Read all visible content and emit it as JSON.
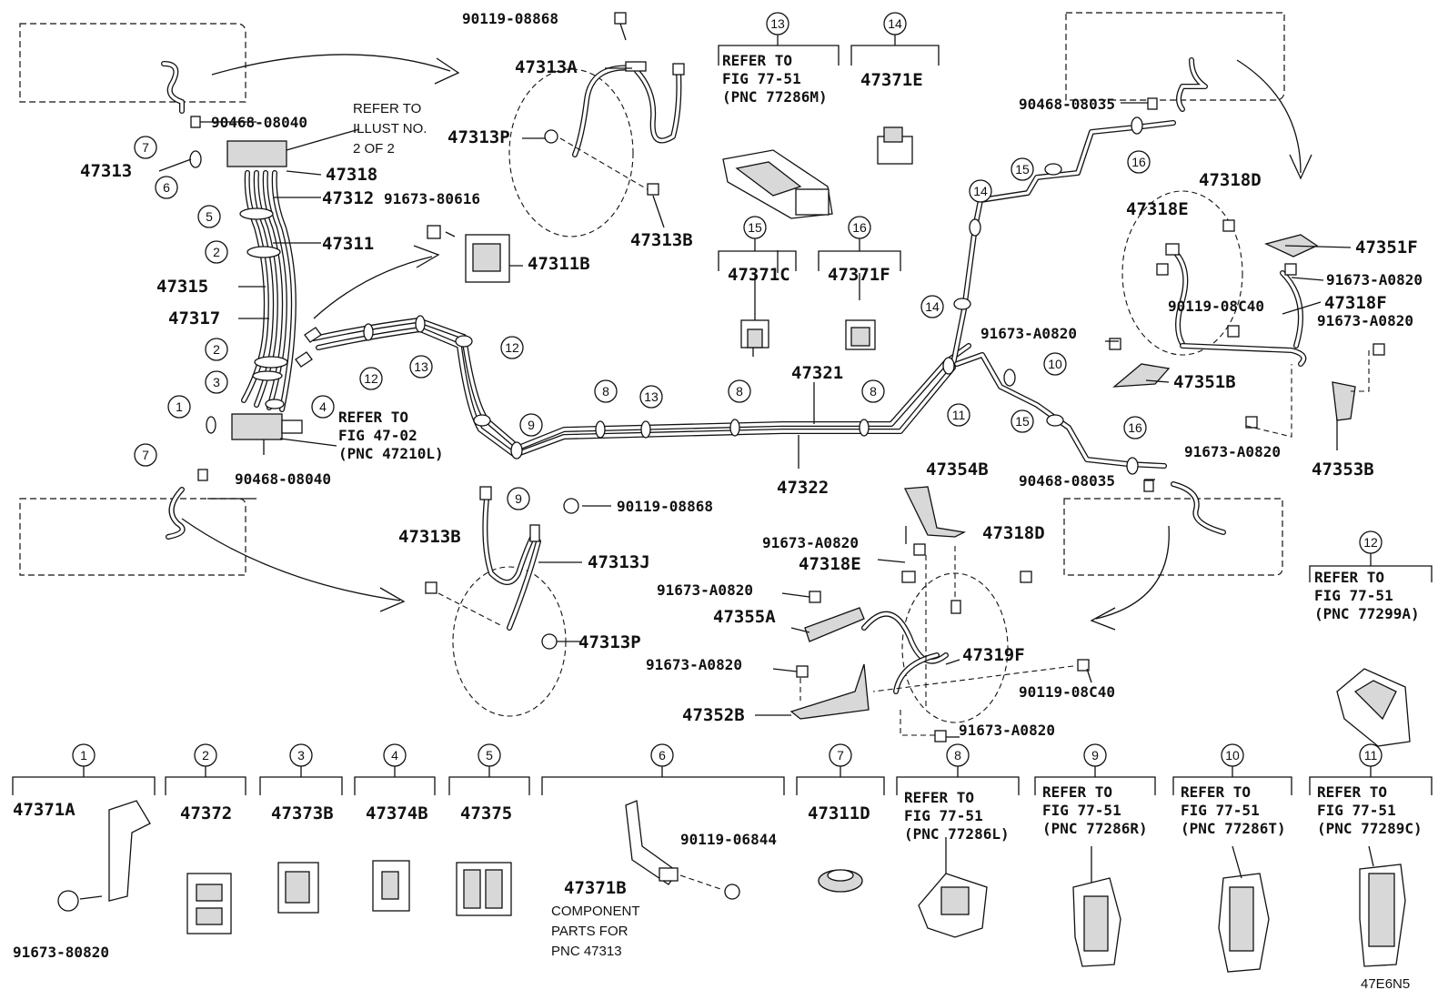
{
  "parts": {
    "p90119_08868_top": "90119-08868",
    "p47313A": "47313A",
    "p47313P_top": "47313P",
    "p47313B_top": "47313B",
    "p90468_08040_top": "90468-08040",
    "p47313": "47313",
    "p47318": "47318",
    "p47312": "47312",
    "p91673_80616": "91673-80616",
    "p47311": "47311",
    "p47311B": "47311B",
    "p47315": "47315",
    "p47317": "47317",
    "p90468_08040_bot": "90468-08040",
    "p90119_08868_mid": "90119-08868",
    "p47313B_mid": "47313B",
    "p47313J": "47313J",
    "p47313P_mid": "47313P",
    "p47371C": "47371C",
    "p47371F": "47371F",
    "p47371E": "47371E",
    "p47321": "47321",
    "p47322": "47322",
    "p90468_08035_top": "90468-08035",
    "p47318D_top": "47318D",
    "p47318E_top": "47318E",
    "p47351F": "47351F",
    "p91673_A0820_r1": "91673-A0820",
    "p90119_08C40_top": "90119-08C40",
    "p47318F": "47318F",
    "p91673_A0820_r2": "91673-A0820",
    "p91673_A0820_r3": "91673-A0820",
    "p47351B": "47351B",
    "p91673_A0820_r4": "91673-A0820",
    "p47353B": "47353B",
    "p47354B": "47354B",
    "p90468_08035_bot": "90468-08035",
    "p91673_A0820_c1": "91673-A0820",
    "p47318D_mid": "47318D",
    "p47318E_mid": "47318E",
    "p91673_A0820_c2": "91673-A0820",
    "p47355A": "47355A",
    "p47319F": "47319F",
    "p91673_A0820_c3": "91673-A0820",
    "p90119_08C40_mid": "90119-08C40",
    "p47352B": "47352B",
    "p91673_A0820_c4": "91673-A0820",
    "p47371A": "47371A",
    "p91673_80820": "91673-80820",
    "p47372": "47372",
    "p47373B": "47373B",
    "p47374B": "47374B",
    "p47375": "47375",
    "p90119_06844": "90119-06844",
    "p47371B": "47371B",
    "p47311D": "47311D"
  },
  "refs": {
    "illust_l1": "REFER TO",
    "illust_l2": "ILLUST NO.",
    "illust_l3": "2 OF 2",
    "fig4702_l1": "REFER TO",
    "fig4702_l2": "FIG 47-02",
    "fig4702_l3": "(PNC 47210L)",
    "c13_l1": "REFER TO",
    "c13_l2": "FIG 77-51",
    "c13_l3": "(PNC 77286M)",
    "c12_l1": "REFER TO",
    "c12_l2": "FIG 77-51",
    "c12_l3": "(PNC 77299A)",
    "c8_l1": "REFER TO",
    "c8_l2": "FIG 77-51",
    "c8_l3": "(PNC 77286L)",
    "c9_l1": "REFER TO",
    "c9_l2": "FIG 77-51",
    "c9_l3": "(PNC 77286R)",
    "c10_l1": "REFER TO",
    "c10_l2": "FIG 77-51",
    "c10_l3": "(PNC 77286T)",
    "c11_l1": "REFER TO",
    "c11_l2": "FIG 77-51",
    "c11_l3": "(PNC 77289C)",
    "comp_l1": "COMPONENT",
    "comp_l2": "PARTS FOR",
    "comp_l3": "PNC 47313"
  },
  "callouts": {
    "n1": "1",
    "n2": "2",
    "n3": "3",
    "n4": "4",
    "n5": "5",
    "n6": "6",
    "n7": "7",
    "n8": "8",
    "n9": "9",
    "n10": "10",
    "n11": "11",
    "n12": "12",
    "n13": "13",
    "n14": "14",
    "n15": "15",
    "n16": "16"
  },
  "figure_code": "47E6N5"
}
